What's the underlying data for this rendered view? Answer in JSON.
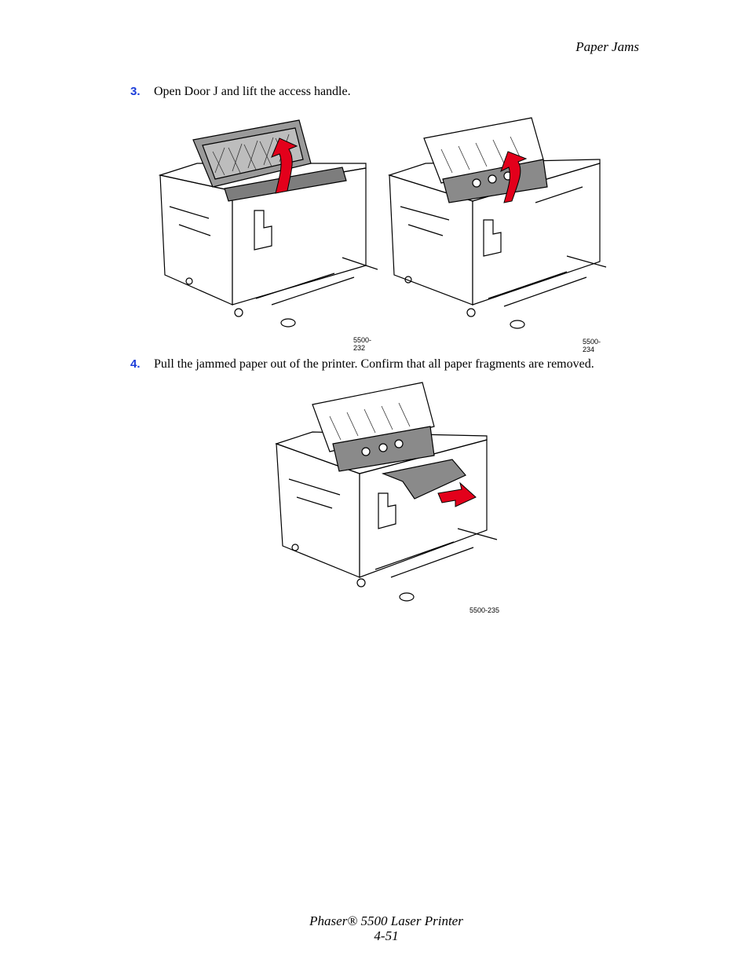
{
  "header": {
    "section_title": "Paper Jams"
  },
  "steps": [
    {
      "number": "3.",
      "text": "Open Door J and lift the access handle."
    },
    {
      "number": "4.",
      "text": "Pull the jammed paper out of the printer. Confirm that all paper fragments are removed."
    }
  ],
  "figures": {
    "fig1": {
      "id": "5500-232"
    },
    "fig2": {
      "id": "5500-234"
    },
    "fig3": {
      "id": "5500-235"
    }
  },
  "colors": {
    "step_number": "#1a3cd9",
    "arrow": "#e3001b",
    "mechanism": "#8a8a8a"
  },
  "footer": {
    "product": "Phaser® 5500 Laser Printer",
    "page_number": "4-51"
  }
}
